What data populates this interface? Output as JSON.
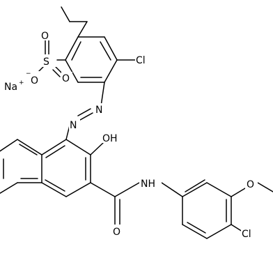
{
  "molecule": {
    "atoms": {
      "cl_ring1": "Cl",
      "sulfur": "S",
      "o_s_top": "O",
      "o_s_right": "O",
      "o_s_minus": "O",
      "minus_sign": "−",
      "sodium": "Na",
      "plus_sign": "+",
      "n_azo_1": "N",
      "n_azo_2": "N",
      "oh": "OH",
      "nh": "NH",
      "o_carbonyl": "O",
      "o_methoxy": "O",
      "cl_ring3": "Cl"
    }
  }
}
